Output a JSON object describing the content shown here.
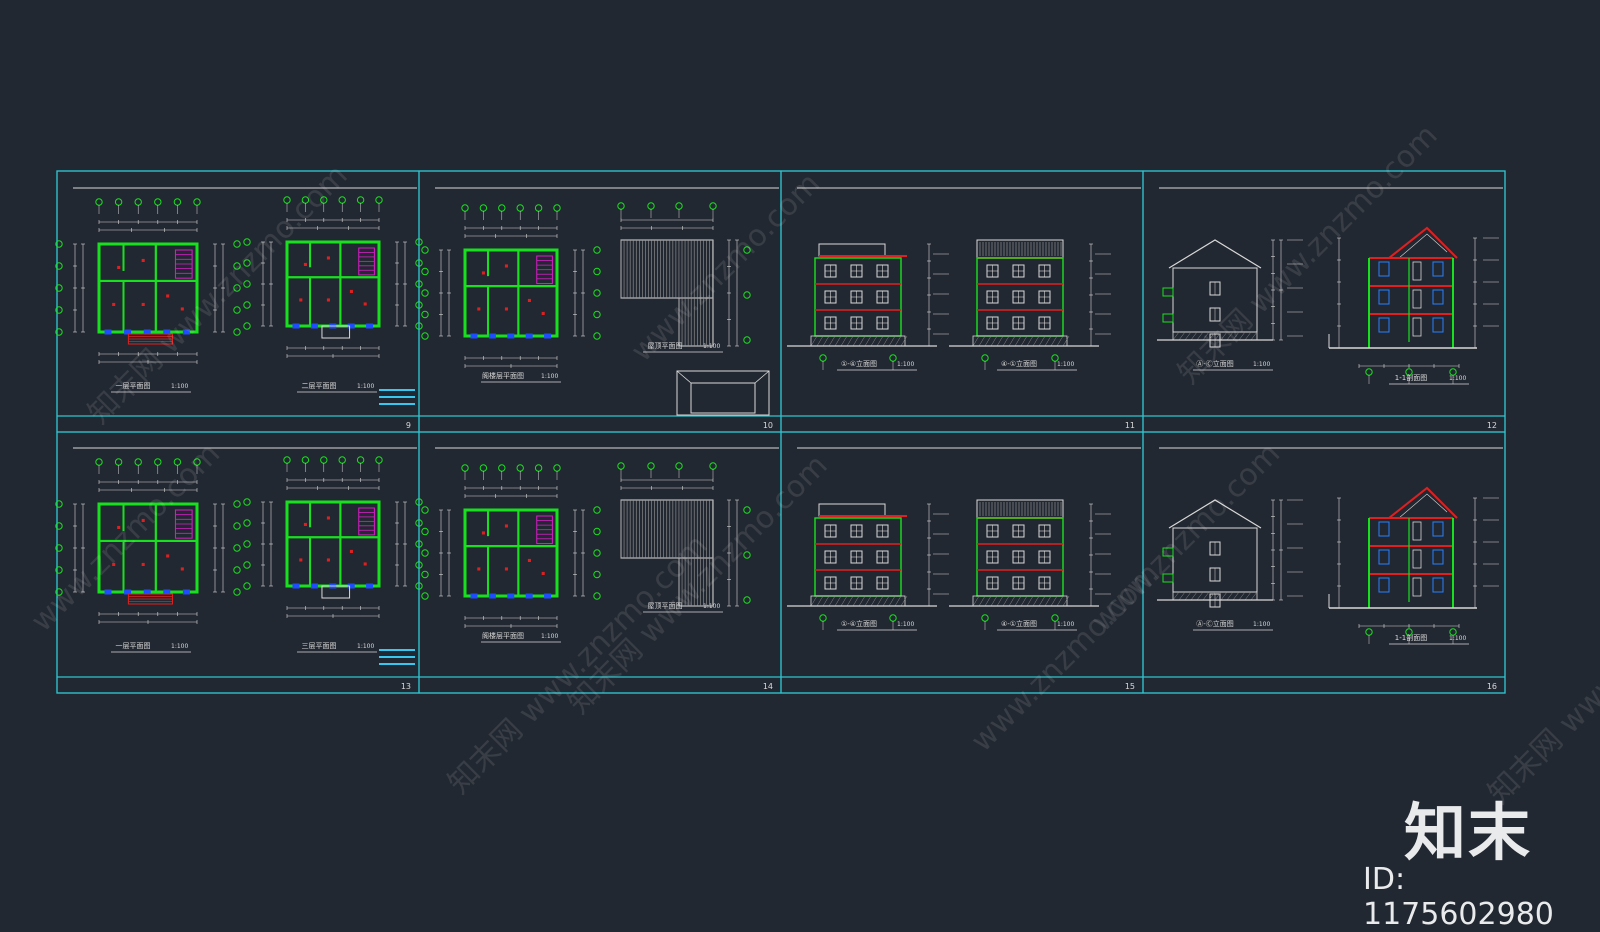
{
  "sheets": [
    {
      "number": "9",
      "type": "plans",
      "captions": [
        "一层平面图",
        "二层平面图"
      ],
      "scales": [
        "1:100",
        "1:100"
      ]
    },
    {
      "number": "10",
      "type": "roofplans",
      "captions": [
        "阁楼层平面图",
        "屋顶平面图"
      ],
      "scales": [
        "1:100",
        "1:100"
      ]
    },
    {
      "number": "11",
      "type": "elevations",
      "captions": [
        "①-④立面图",
        "④-①立面图"
      ],
      "scales": [
        "1:100",
        "1:100"
      ]
    },
    {
      "number": "12",
      "type": "sections",
      "captions": [
        "Ⓐ-Ⓒ立面图",
        "1-1剖面图"
      ],
      "scales": [
        "1:100",
        "1:100"
      ]
    },
    {
      "number": "13",
      "type": "plans",
      "captions": [
        "一层平面图",
        "三层平面图"
      ],
      "scales": [
        "1:100",
        "1:100"
      ]
    },
    {
      "number": "14",
      "type": "roofplans",
      "captions": [
        "阁楼层平面图",
        "屋顶平面图"
      ],
      "scales": [
        "1:100",
        "1:100"
      ]
    },
    {
      "number": "15",
      "type": "elevations",
      "captions": [
        "①-④立面图",
        "④-①立面图"
      ],
      "scales": [
        "1:100",
        "1:100"
      ]
    },
    {
      "number": "16",
      "type": "sections",
      "captions": [
        "Ⓐ-Ⓒ立面图",
        "1-1剖面图"
      ],
      "scales": [
        "1:100",
        "1:100"
      ]
    }
  ],
  "watermark_text": "www.znzmo.com",
  "watermark_text_cn": "知末网",
  "brand": {
    "logo": "知末",
    "image_id": "ID: 1175602980"
  },
  "colors": {
    "background": "#222831",
    "sheet_border": "#2ec4cf",
    "line": "#d8d8d8",
    "wall": "#19e01f",
    "accent_red": "#e02020",
    "accent_magenta": "#d81ec8",
    "axis_marker": "#19e01f",
    "note_cyan": "#37c8f0"
  }
}
